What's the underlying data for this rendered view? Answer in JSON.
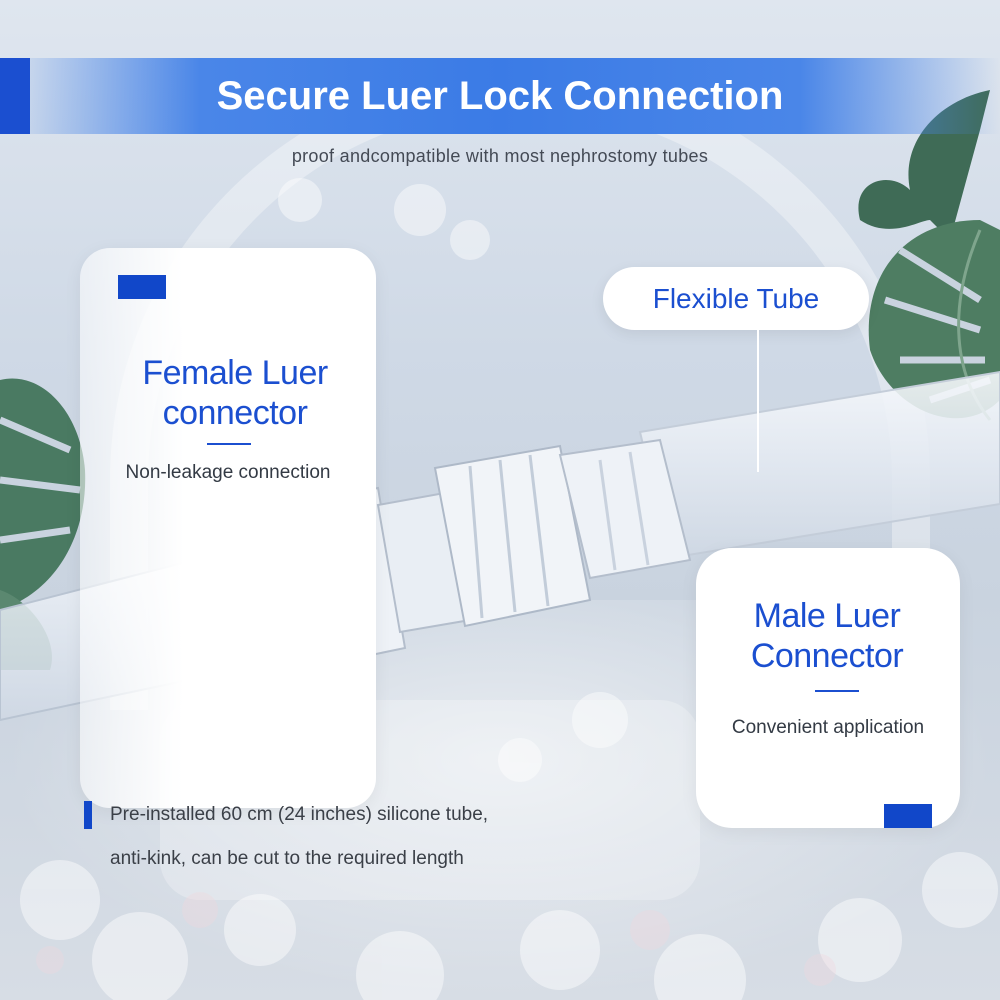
{
  "header": {
    "title": "Secure Luer Lock Connection",
    "subtitle": "proof andcompatible with most nephrostomy tubes"
  },
  "callouts": {
    "female": {
      "heading_line1": "Female Luer",
      "heading_line2": "connector",
      "note": "Non-leakage connection"
    },
    "male": {
      "heading_line1": "Male Luer",
      "heading_line2": "Connector",
      "note": "Convenient application"
    },
    "tube": {
      "label": "Flexible Tube"
    }
  },
  "description": {
    "line1": "Pre-installed 60 cm (24 inches) silicone tube,",
    "line2": "anti-kink, can be cut to the required length"
  },
  "colors": {
    "accent_blue": "#1b4fd0",
    "banner_blue": "#3b7be6",
    "square_blue": "#1147c9"
  },
  "icons": {
    "decor_left": "monstera-leaf-icon",
    "decor_right": "monstera-leaf-icon"
  }
}
